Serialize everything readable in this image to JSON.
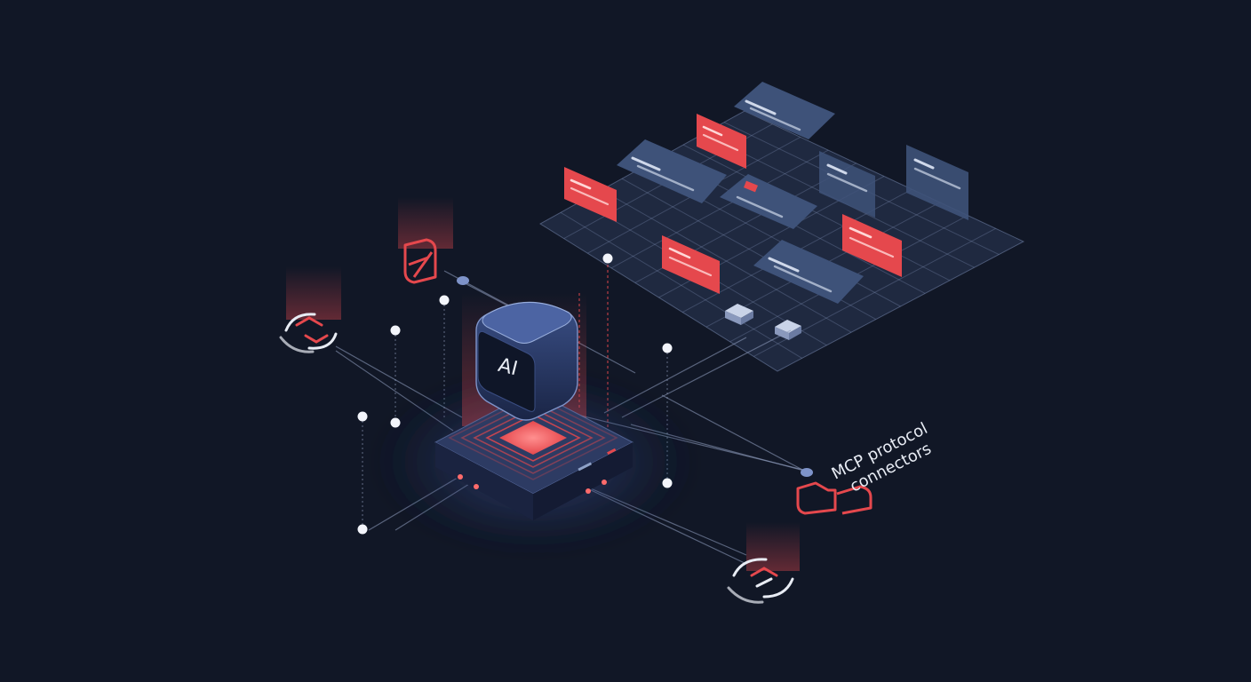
{
  "hub": {
    "label": "AI"
  },
  "connectors_label": {
    "line1": "MCP protocol",
    "line2": "connectors"
  },
  "colors": {
    "background": "#111726",
    "accent_red": "#e5484d",
    "card_blue": "#3e5279",
    "grid_line": "#6f83ab",
    "node_white": "#f3f5fb",
    "wire": "#8a98b8"
  },
  "icons": [
    "sync-icon",
    "document-icon",
    "folder-link-icon",
    "power-sync-icon"
  ]
}
